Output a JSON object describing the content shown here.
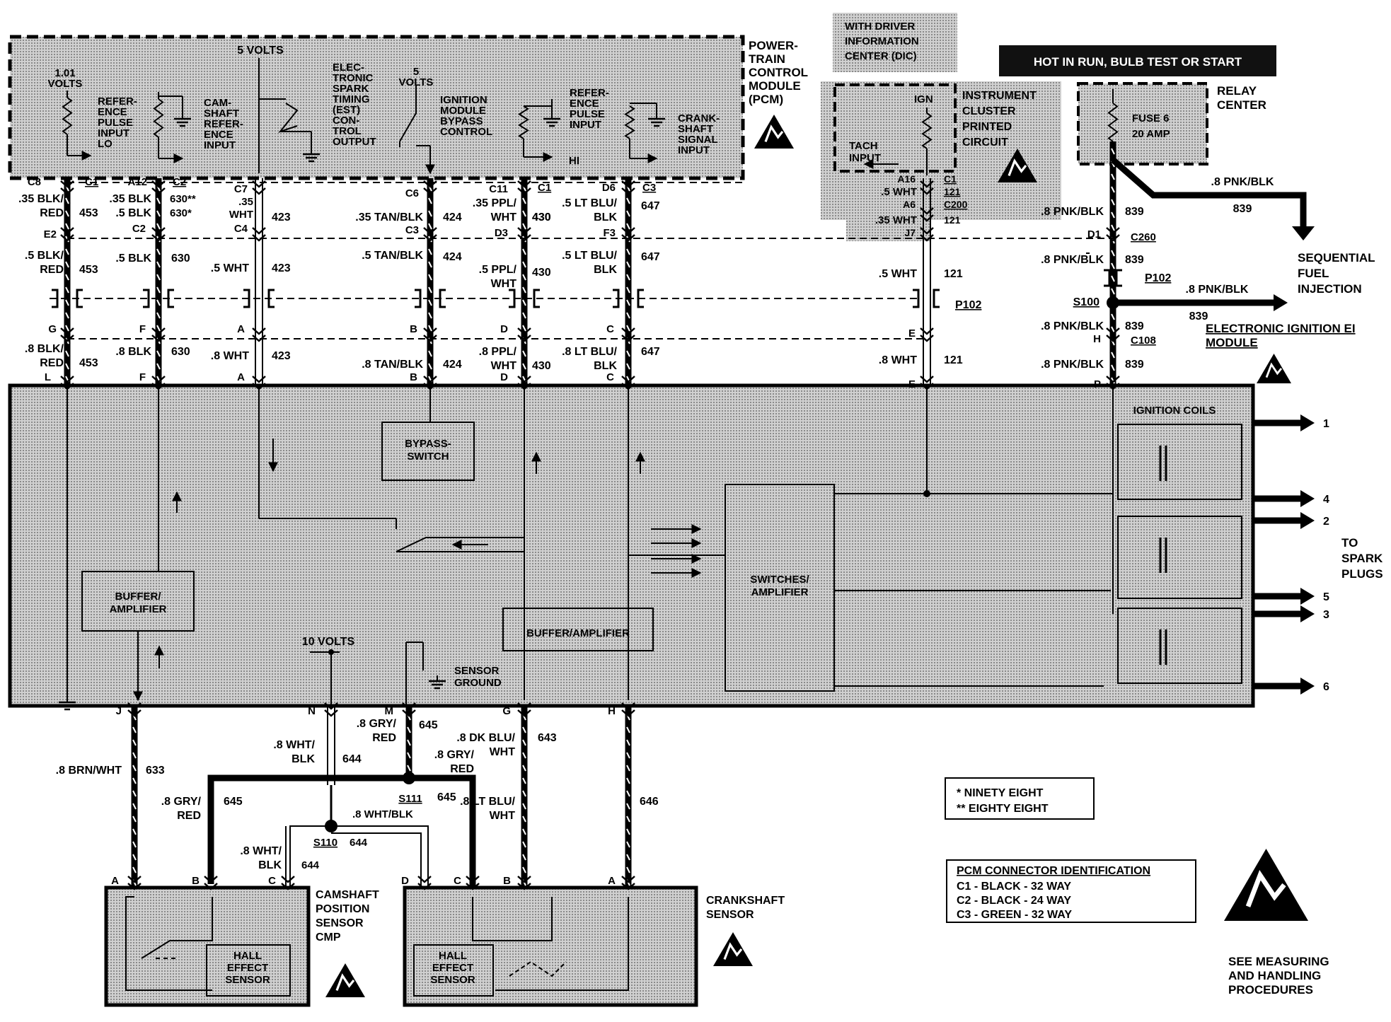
{
  "blocks": {
    "pcm": {
      "label_lines": [
        "POWER-",
        "TRAIN",
        "CONTROL",
        "MODULE",
        "(PCM)"
      ]
    },
    "dic": {
      "label_lines": [
        "WITH DRIVER",
        "INFORMATION",
        "CENTER (DIC)"
      ]
    },
    "hot_banner": "HOT IN RUN, BULB TEST OR START",
    "relay": {
      "label_lines": [
        "RELAY",
        "CENTER"
      ],
      "fuse_lines": [
        "FUSE 6",
        "20 AMP"
      ]
    },
    "cluster": {
      "label_lines": [
        "INSTRUMENT",
        "CLUSTER",
        "PRINTED",
        "CIRCUIT"
      ],
      "ign": "IGN",
      "tach_lines": [
        "TACH",
        "INPUT"
      ]
    },
    "bypass_switch_lines": [
      "BYPASS-",
      "SWITCH"
    ],
    "buffer_amp_left_lines": [
      "BUFFER/",
      "AMPLIFIER"
    ],
    "buffer_amp_mid": "BUFFER/AMPLIFIER",
    "switches_amp_lines": [
      "SWITCHES/",
      "AMPLIFIER"
    ],
    "ignition_coils": "IGNITION COILS",
    "cmp_label_lines": [
      "CAMSHAFT",
      "POSITION",
      "SENSOR",
      "CMP"
    ],
    "ckp_label_lines": [
      "CRANKSHAFT",
      "SENSOR"
    ],
    "hall_lines": [
      "HALL",
      "EFFECT",
      "SENSOR"
    ],
    "sensor_ground_lines": [
      "SENSOR",
      "GROUND"
    ],
    "ten_volts": "10 VOLTS",
    "to_spark_lines": [
      "TO",
      "SPARK",
      "PLUGS"
    ],
    "see_measuring_lines": [
      "SEE MEASURING",
      "AND HANDLING",
      "PROCEDURES"
    ]
  },
  "pcm_inputs": {
    "v101_lines": [
      "1.01",
      "VOLTS"
    ],
    "ref_pulse_lo_lines": [
      "REFER-",
      "ENCE",
      "PULSE",
      "INPUT",
      "LO"
    ],
    "cam_ref_lines": [
      "CAM-",
      "SHAFT",
      "REFER-",
      "ENCE",
      "INPUT"
    ],
    "five_volts": "5 VOLTS",
    "est_lines": [
      "ELEC-",
      "TRONIC",
      "SPARK",
      "TIMING",
      "(EST)",
      "CON-",
      "TROL",
      "OUTPUT"
    ],
    "five_volts2_lines": [
      "5",
      "VOLTS"
    ],
    "bypass_ctrl_lines": [
      "IGNITION",
      "MODULE",
      "BYPASS",
      "CONTROL"
    ],
    "ref_pulse_hi_lines": [
      "REFER-",
      "ENCE",
      "PULSE",
      "INPUT"
    ],
    "hi": "HI",
    "crank_sig_lines": [
      "CRANK-",
      "SHAFT",
      "SIGNAL",
      "INPUT"
    ]
  },
  "wires_top": [
    {
      "pin": "C8",
      "conn": "C1",
      "color_lines": [
        ".35 BLK/",
        "RED"
      ],
      "circuit": "453",
      "pin2": "E2",
      "mid_color_lines": [
        ".5 BLK/",
        "RED"
      ],
      "mid_circuit": "453",
      "pin3": "G",
      "low_color_lines": [
        ".8 BLK/",
        "RED"
      ],
      "low_circuit": "453",
      "pin4": "L"
    },
    {
      "pin": "A12",
      "conn": "C2",
      "color_lines": [
        ".35 BLK",
        ".5 BLK"
      ],
      "circuit_lines": [
        "630**",
        "630*"
      ],
      "pin2": "C2",
      "mid_color": ".5 BLK",
      "mid_circuit": "630",
      "pin3": "F",
      "low_color": ".8 BLK",
      "low_circuit": "630",
      "pin4": "F"
    },
    {
      "pin": "C7",
      "color_lines": [
        ".35",
        "WHT"
      ],
      "circuit": "423",
      "pin2": "C4",
      "mid_color": ".5 WHT",
      "mid_circuit": "423",
      "pin3": "A",
      "low_color": ".8 WHT",
      "low_circuit": "423",
      "pin4": "A"
    },
    {
      "pin": "C6",
      "color": ".35 TAN/BLK",
      "circuit": "424",
      "pin2": "C3",
      "mid_color": ".5 TAN/BLK",
      "mid_circuit": "424",
      "pin3": "B",
      "low_color": ".8 TAN/BLK",
      "low_circuit": "424",
      "pin4": "B"
    },
    {
      "pin": "C11",
      "color_lines": [
        ".35 PPL/",
        "WHT"
      ],
      "circuit": "430",
      "pin2": "D3",
      "mid_color_lines": [
        ".5 PPL/",
        "WHT"
      ],
      "mid_circuit": "430",
      "pin3": "D",
      "low_color_lines": [
        ".8 PPL/",
        "WHT"
      ],
      "low_circuit": "430",
      "pin4": "D"
    },
    {
      "pin": "C1",
      "conn": "C1",
      "color_lines": [
        ".5 LT BLU/",
        "BLK"
      ],
      "circuit": "430",
      "mid_color_lines": [
        ".5 LT BLU/",
        "BLK"
      ],
      "mid_circuit": "430",
      "low_color_lines": [
        ".8 LT BLU/",
        "BLK"
      ]
    },
    {
      "pin": "D6",
      "conn": "C3",
      "circuit": "647",
      "pin2": "F3",
      "mid_circuit": "647",
      "pin3": "C",
      "low_circuit": "647",
      "pin4": "C"
    }
  ],
  "wire_tach": {
    "pin": "A16",
    "conn": "C1",
    "color": ".5 WHT",
    "circuit": "121",
    "pin2": "A6",
    "conn2": "C200",
    "color2": ".35 WHT",
    "circuit2": "121",
    "pin3": "J7",
    "mid_color": ".5 WHT",
    "mid_circuit": "121",
    "p102": "P102",
    "pin4": "E",
    "low_color": ".8 WHT",
    "low_circuit": "121",
    "pin5": "E"
  },
  "wire_pwr": {
    "color": ".8 PNK/BLK",
    "circuit": "839",
    "branch_color": ".8 PNK/BLK",
    "branch_circuit": "839",
    "sfi_lines": [
      "SEQUENTIAL",
      "FUEL",
      "INJECTION"
    ],
    "pin_d1": "D1",
    "conn_c260": "C260",
    "color2": ".8 PNK/BLK",
    "circuit2": "839",
    "p102": "P102",
    "splice": "S100",
    "ei_color": ".8 PNK/BLK",
    "ei_circuit": "839",
    "ei_label": "ELECTRONIC IGNITION EI",
    "ei_label2": "MODULE",
    "color3": ".8 PNK/BLK",
    "circuit3": "839",
    "pin_h": "H",
    "conn_c108": "C108",
    "color4": ".8 PNK/BLK",
    "circuit4": "839",
    "pin_p": "P"
  },
  "wires_bottom": {
    "j": {
      "pin": "J",
      "color": ".8 BRN/WHT",
      "circuit": "633",
      "end": "A"
    },
    "n": {
      "pin": "N",
      "color_lines": [
        ".8 WHT/",
        "BLK"
      ],
      "circuit": "644"
    },
    "m": {
      "pin": "M",
      "color_lines": [
        ".8 GRY/",
        "RED"
      ],
      "circuit": "645"
    },
    "g": {
      "pin": "G",
      "color_lines": [
        ".8 DK BLU/",
        "WHT"
      ],
      "circuit": "643",
      "lower_color_lines": [
        ".8 LT BLU/",
        "WHT"
      ],
      "end": "B"
    },
    "h": {
      "pin": "H",
      "circuit": "646",
      "end": "A"
    },
    "gry_left": {
      "color_lines": [
        ".8 GRY/",
        "RED"
      ],
      "circuit": "645",
      "end": "B"
    },
    "gry_right": {
      "color_lines": [
        ".8 GRY/",
        "RED"
      ],
      "circuit": "645",
      "end": "C"
    },
    "s111": "S111",
    "s110": "S110",
    "wht_blk_right": {
      "color": ".8 WHT/BLK",
      "circuit": "644",
      "end": "D"
    },
    "wht_blk_left": {
      "color_lines": [
        ".8 WHT/",
        "BLK"
      ],
      "circuit": "644",
      "end": "C"
    }
  },
  "plug_numbers": [
    "1",
    "4",
    "2",
    "5",
    "3",
    "6"
  ],
  "legend": {
    "star1": "*  NINETY EIGHT",
    "star2": "**  EIGHTY EIGHT"
  },
  "pcm_conn_id": {
    "title": "PCM CONNECTOR IDENTIFICATION",
    "rows": [
      "C1 - BLACK - 32 WAY",
      "C2 - BLACK - 24 WAY",
      "C3 - GREEN - 32 WAY"
    ]
  }
}
